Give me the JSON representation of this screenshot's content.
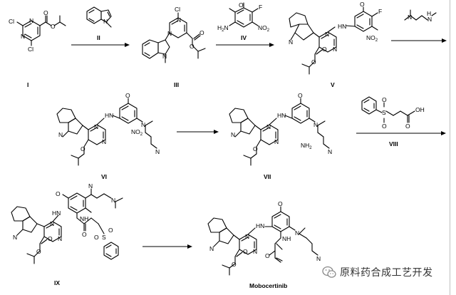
{
  "labels": {
    "I": "I",
    "II": "II",
    "III": "III",
    "IV": "IV",
    "V": "V",
    "VI": "VI",
    "VII": "VII",
    "VIII": "VIII",
    "IX": "IX",
    "final": "Mobocertinib"
  },
  "atoms": {
    "Cl": "Cl",
    "O": "O",
    "N": "N",
    "F": "F",
    "H": "H",
    "S": "S",
    "NH": "NH",
    "HN": "HN",
    "H2N": "H",
    "NH2": "NH",
    "NO": "NO",
    "OH": "OH",
    "two": "2"
  },
  "watermark": {
    "text": "原料药合成工艺开发"
  },
  "colors": {
    "ink": "#000000",
    "watermark_icon": "#8a8a8a"
  }
}
